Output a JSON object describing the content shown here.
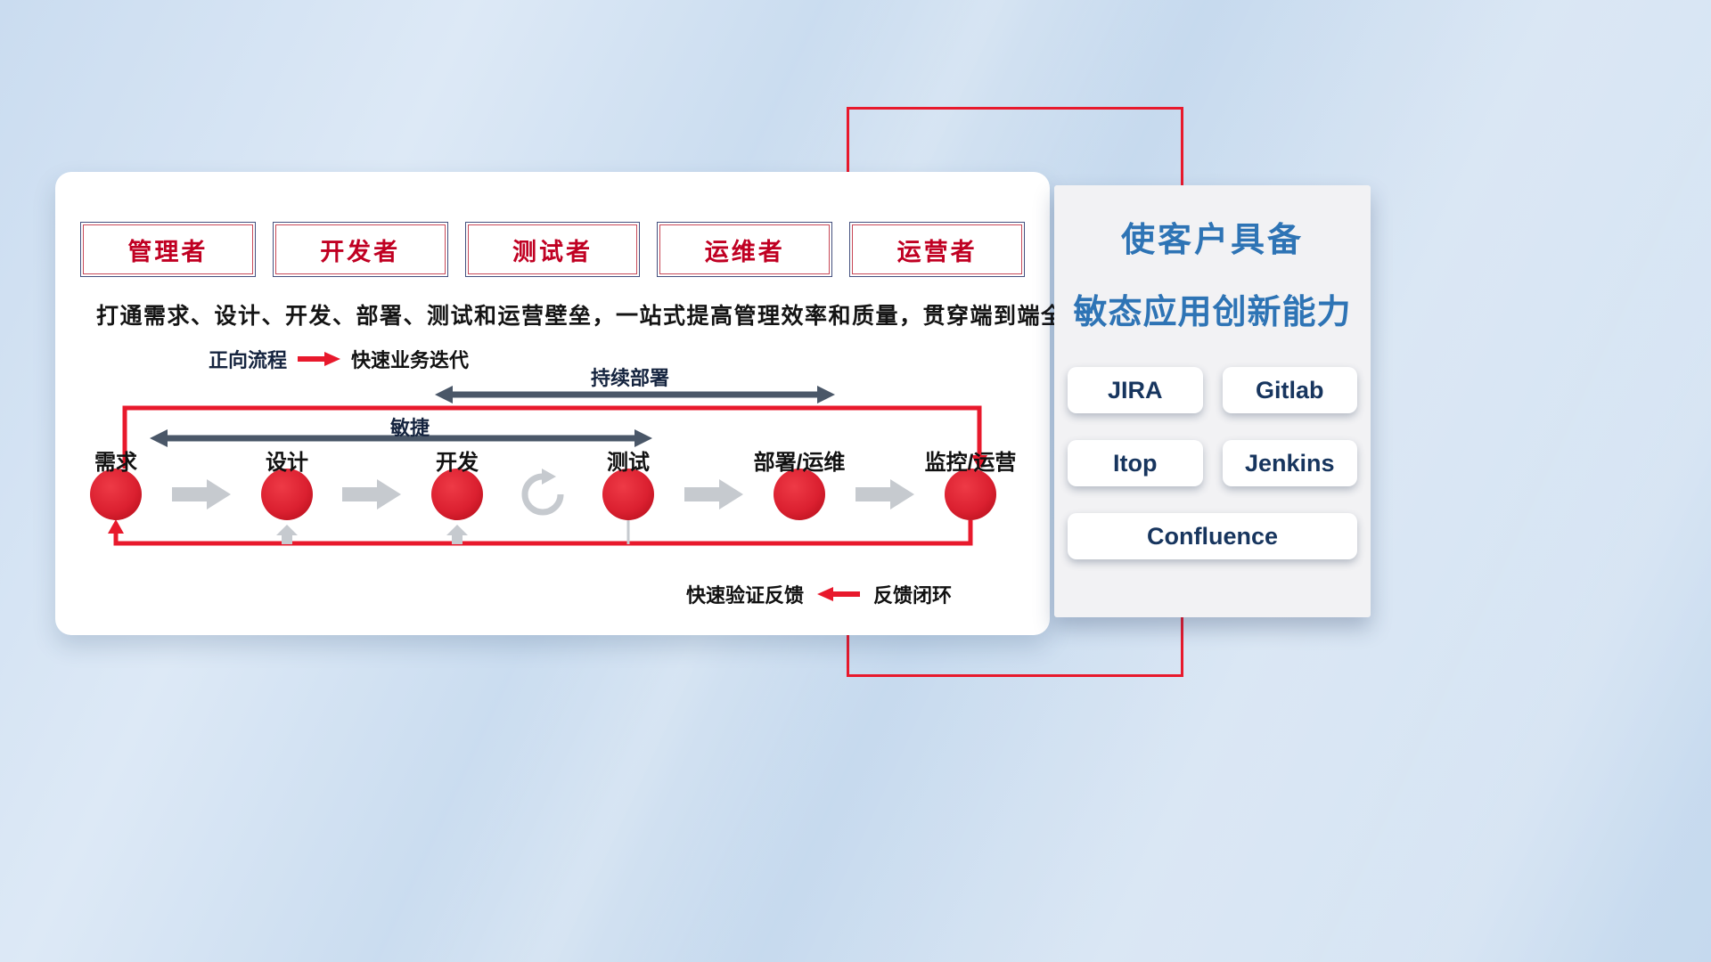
{
  "roles": [
    "管理者",
    "开发者",
    "测试者",
    "运维者",
    "运营者"
  ],
  "headline": "打通需求、设计、开发、部署、测试和运营壁垒，一站式提高管理效率和质量，贯穿端到端全流程",
  "legend": {
    "forward_label": "正向流程",
    "forward_value": "快速业务迭代",
    "feedback_value": "快速验证反馈",
    "feedback_label": "反馈闭环"
  },
  "flow": {
    "stages": [
      "需求",
      "设计",
      "开发",
      "测试",
      "部署/运维",
      "监控/运营"
    ],
    "agile": "敏捷",
    "continuous_deployment": "持续部署"
  },
  "panel": {
    "title_line1": "使客户具备",
    "title_line2": "敏态应用创新能力",
    "tools": [
      "JIRA",
      "Gitlab",
      "Itop",
      "Jenkins",
      "Confluence"
    ]
  },
  "colors": {
    "accent_red": "#e8192c",
    "circle_red": "#d7232e",
    "title_blue": "#2e74b5",
    "role_text_red": "#c00022",
    "arrow_gray": "#c6cacf",
    "dark_arrow": "#4a5768",
    "tool_text_navy": "#17355e"
  }
}
